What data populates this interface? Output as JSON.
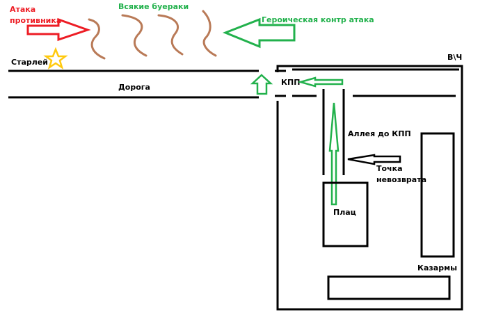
{
  "colors": {
    "enemy": "#ed1c24",
    "friendly": "#22b14c",
    "terrain": "#b97a57",
    "star": "#ffc90e",
    "ink": "#000000"
  },
  "labels": {
    "enemy_attack": [
      "Атака",
      "противника"
    ],
    "ravines": "Всякие буераки",
    "counter_attack": "Героическая контр атака",
    "senior_lieutenant": "Старлей",
    "road": "Дорога",
    "military_unit": "В\\Ч",
    "checkpoint": "КПП",
    "alley": "Аллея до КПП",
    "point_of_no_return": [
      "Точка",
      "невозврата"
    ],
    "parade_ground": "Плац",
    "barracks": "Казармы"
  },
  "icons": {
    "star": "star-icon",
    "enemy_arrow": "arrow-right-icon",
    "counter_arrow": "arrow-left-icon",
    "checkpoint_arrow": "arrow-up-icon",
    "kpp_arrow": "arrow-left-icon",
    "alley_arrow": "arrow-up-icon",
    "no_return_arrow": "arrow-left-icon",
    "ravine": "squiggle-icon"
  }
}
